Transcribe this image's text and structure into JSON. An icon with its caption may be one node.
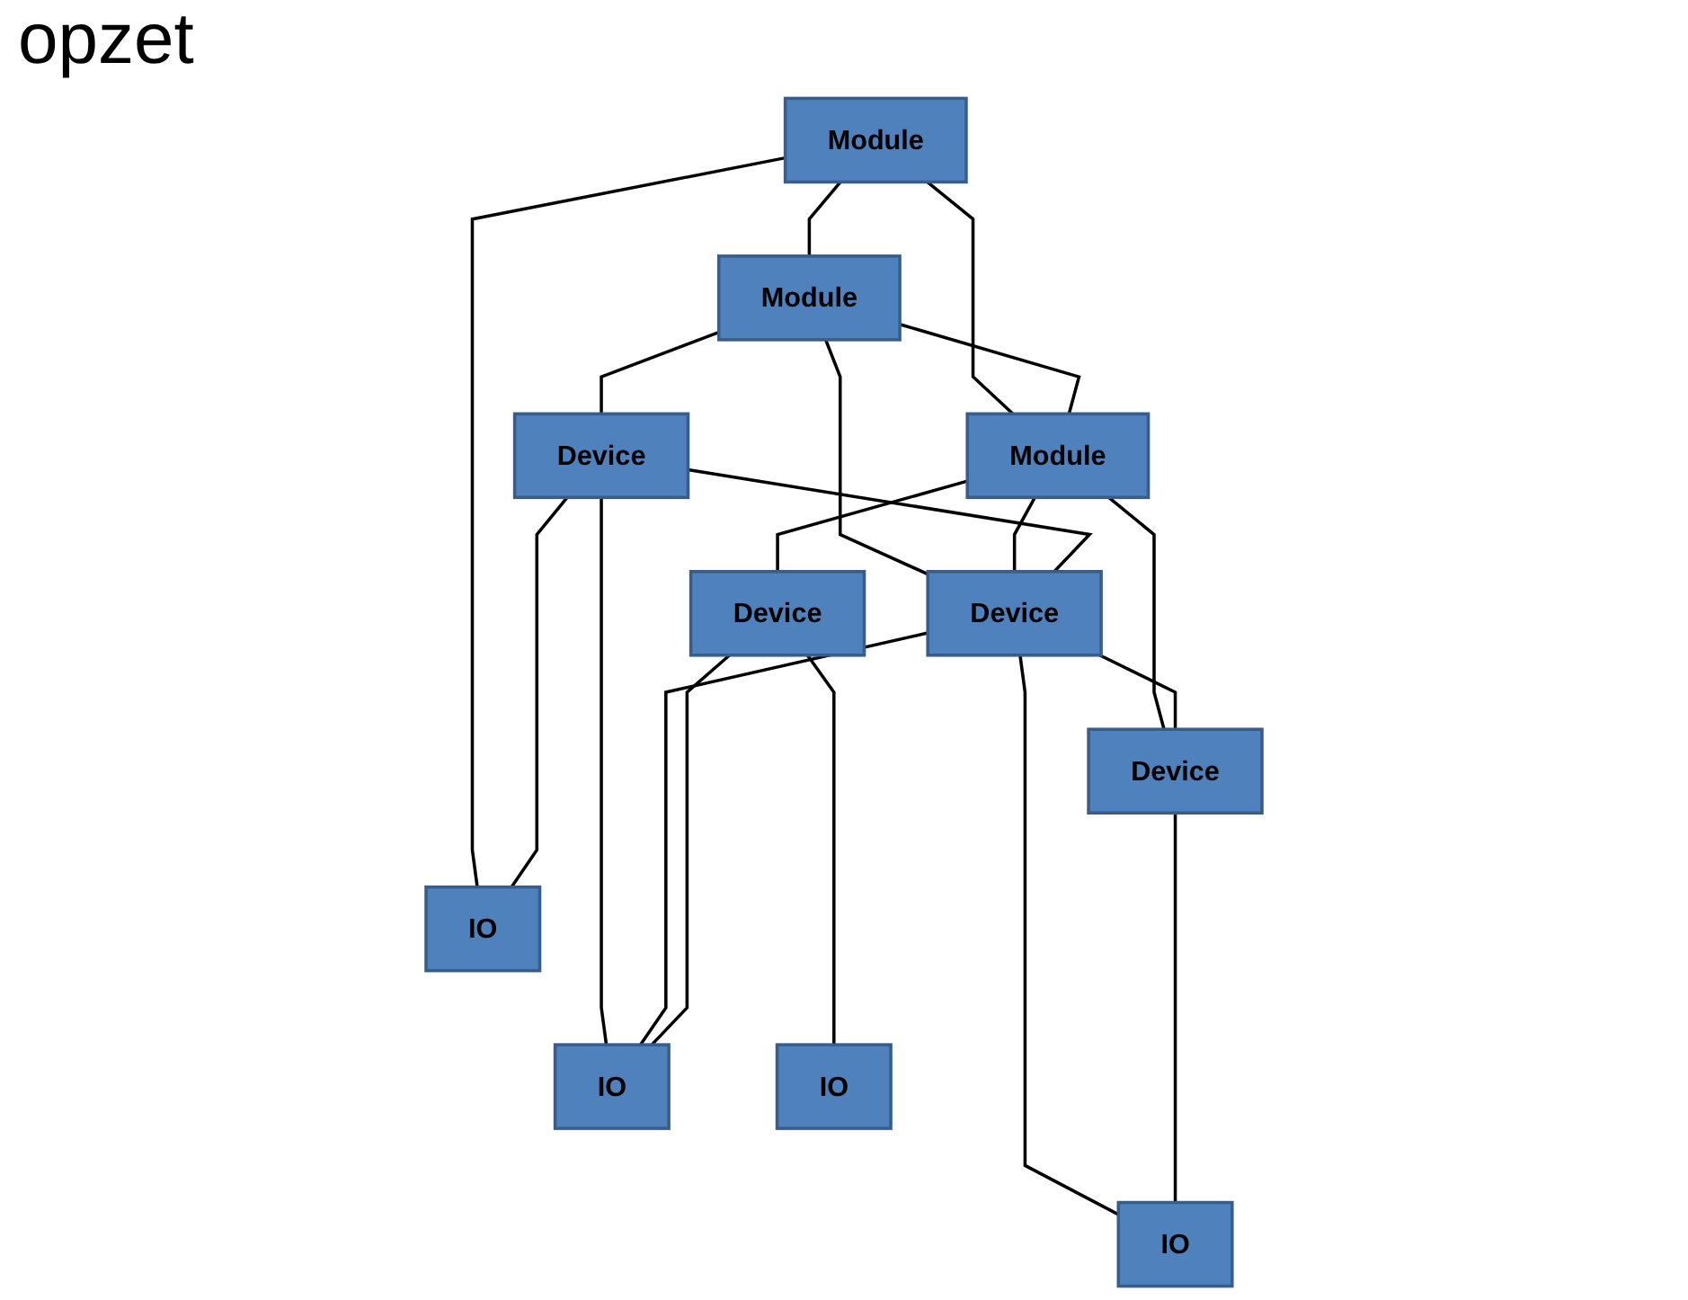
{
  "diagram": {
    "nodes": [
      {
        "text": [
          "Module"
        ]
      },
      {
        "text": [
          "Module"
        ]
      },
      {
        "text": [
          "Module"
        ]
      },
      {
        "text": [
          "Device"
        ]
      },
      {
        "text": [
          "Device"
        ]
      },
      {
        "text": [
          "Device"
        ]
      },
      {
        "text": [
          "Device"
        ]
      },
      {
        "text": [
          "IO"
        ]
      },
      {
        "text": [
          "IO"
        ]
      },
      {
        "text": [
          "IO"
        ]
      },
      {
        "text": [
          "IO"
        ]
      }
    ],
    "edges": [
      {
        "from": 0,
        "to": 1,
        "arrow": "none"
      },
      {
        "from": 0,
        "to": 2,
        "arrow": "none"
      },
      {
        "from": 0,
        "to": 7,
        "arrow": "none"
      },
      {
        "from": 1,
        "to": 2,
        "arrow": "none"
      },
      {
        "from": 1,
        "to": 3,
        "arrow": "none"
      },
      {
        "from": 1,
        "to": 4,
        "arrow": "none"
      },
      {
        "from": 2,
        "to": 4,
        "arrow": "none"
      },
      {
        "from": 2,
        "to": 5,
        "arrow": "none"
      },
      {
        "from": 2,
        "to": 6,
        "arrow": "none"
      },
      {
        "from": 3,
        "to": 4,
        "arrow": "none"
      },
      {
        "from": 4,
        "to": 5,
        "arrow": "none"
      },
      {
        "from": 3,
        "to": 7,
        "arrow": "none"
      },
      {
        "from": 3,
        "to": 8,
        "arrow": "none"
      },
      {
        "from": 4,
        "to": 8,
        "arrow": "none"
      },
      {
        "from": 4,
        "to": 9,
        "arrow": "none"
      },
      {
        "from": 5,
        "to": 9,
        "arrow": "none"
      },
      {
        "from": 6,
        "to": 10,
        "arrow": "none"
      },
      {
        "from": 6,
        "to": 8,
        "arrow": "none"
      }
    ],
    "labels": [
      "opzet"
    ]
  }
}
